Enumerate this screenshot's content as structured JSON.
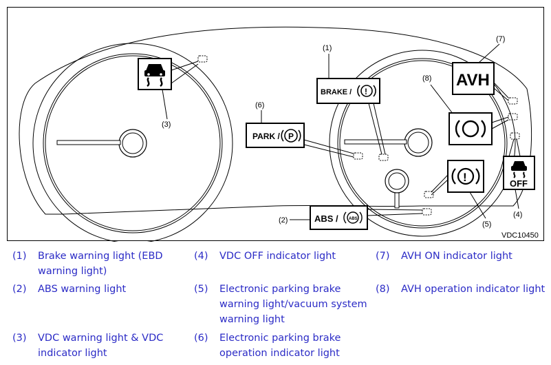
{
  "figure": {
    "code": "VDC10450",
    "callouts": {
      "c1": "(1)",
      "c2": "(2)",
      "c3": "(3)",
      "c4": "(4)",
      "c5": "(5)",
      "c6": "(6)",
      "c7": "(7)",
      "c8": "(8)"
    },
    "symbols": {
      "brake": "BRAKE /",
      "park": "PARK /",
      "park_letter": "P",
      "abs": "ABS /",
      "abs_small": "ABS",
      "avh": "AVH",
      "vdc_off": "OFF",
      "exclaim": "!"
    }
  },
  "legend": [
    {
      "num": "(1)",
      "text": "Brake warning light (EBD warning light)"
    },
    {
      "num": "(2)",
      "text": "ABS warning light"
    },
    {
      "num": "(3)",
      "text": "VDC warning light & VDC indicator light"
    },
    {
      "num": "(4)",
      "text": "VDC OFF indicator light"
    },
    {
      "num": "(5)",
      "text": "Electronic parking brake warning light/vacuum system warning light"
    },
    {
      "num": "(6)",
      "text": "Electronic parking brake operation indicator light"
    },
    {
      "num": "(7)",
      "text": "AVH ON indicator light"
    },
    {
      "num": "(8)",
      "text": "AVH operation indicator light"
    }
  ],
  "colors": {
    "legend_text": "#2b2bc6",
    "line": "#000000"
  }
}
